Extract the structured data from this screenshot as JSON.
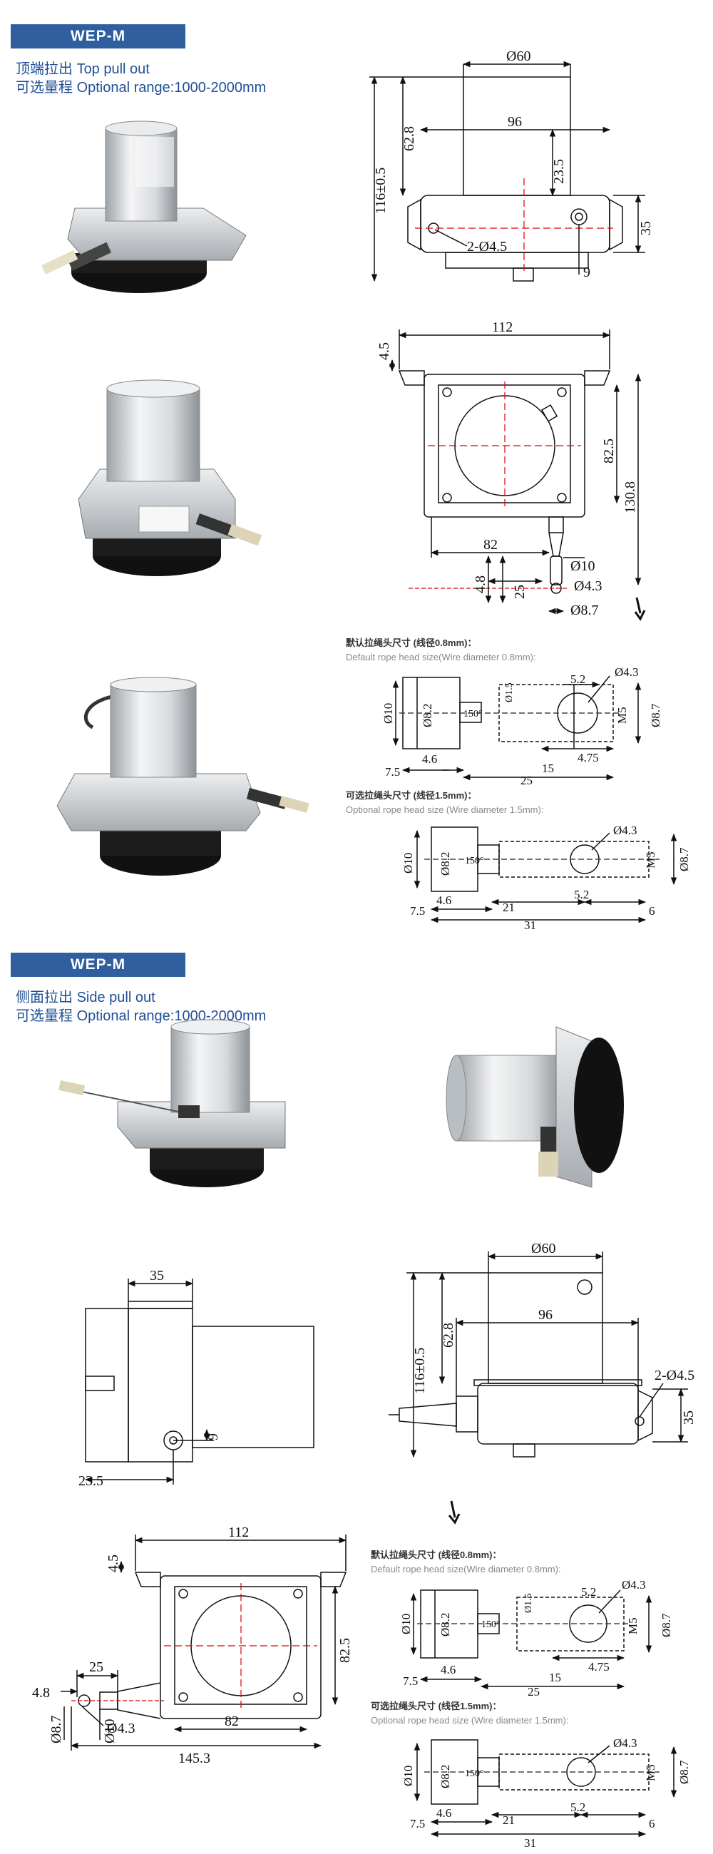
{
  "section1": {
    "badge": "WEP-M",
    "subtitle_zh": "顶端拉出",
    "subtitle_en": "Top pull out",
    "range_zh": "可选量程",
    "range_en": "Optional range:1000-2000mm"
  },
  "section2": {
    "badge": "WEP-M",
    "subtitle_zh": "侧面拉出",
    "subtitle_en": "Side pull out",
    "range_zh": "可选量程",
    "range_en": "Optional range:1000-2000mm"
  },
  "top_view_dims": {
    "d1": "Ø60",
    "d2": "96",
    "d3": "62.8",
    "d4": "116±0.5",
    "d5": "23.5",
    "d6": "2-Ø4.5",
    "d7": "35",
    "d8": "9"
  },
  "front_view_dims": {
    "d1": "112",
    "d2": "4.5",
    "d3": "82.5",
    "d4": "130.8",
    "d5": "82",
    "d6": "4.8",
    "d7": "25",
    "d8": "Ø10",
    "d9": "Ø4.3",
    "d10": "Ø8.7"
  },
  "rope_default": {
    "title_zh": "默认拉绳头尺寸 (线径0.8mm)：",
    "title_en": "Default rope head size(Wire diameter 0.8mm):",
    "d_holes": "Ø4.3",
    "d_52": "5.2",
    "d_15a": "Ø1.5",
    "d_10": "Ø10",
    "d_82": "Ø8.2",
    "d_150": "150°",
    "d_m5": "M5",
    "d_87": "Ø8.7",
    "d_75": "7.5",
    "d_46": "4.6",
    "d_475": "4.75",
    "d_15": "15",
    "d_25": "25"
  },
  "rope_optional": {
    "title_zh": "可选拉绳头尺寸 (线径1.5mm)：",
    "title_en": "Optional rope head size (Wire diameter 1.5mm):",
    "d_hole": "Ø4.3",
    "d_10": "Ø10",
    "d_82": "Ø8.2",
    "d_150": "150°",
    "d_m5": "M5",
    "d_87": "Ø8.7",
    "d_75": "7.5",
    "d_46": "4.6",
    "d_21": "21",
    "d_52": "5.2",
    "d_6": "6",
    "d_31": "31"
  },
  "side_left_dims": {
    "d1": "35",
    "d2": "9",
    "d3": "23.5"
  },
  "side_right_dims": {
    "d1": "Ø60",
    "d2": "96",
    "d3": "62.8",
    "d4": "116±0.5",
    "d5": "2-Ø4.5",
    "d6": "35"
  },
  "side_front_dims": {
    "d1": "112",
    "d2": "4.5",
    "d3": "82.5",
    "d4": "25",
    "d5": "4.8",
    "d6": "Ø8.7",
    "d7": "Ø10",
    "d8": "Ø4.3",
    "d9": "82",
    "d10": "145.3"
  },
  "rope_default_2": {
    "title_zh": "默认拉绳头尺寸 (线径0.8mm)：",
    "title_en": "Default rope head size(Wire diameter 0.8mm):",
    "d_holes": "Ø4.3",
    "d_52": "5.2",
    "d_15a": "Ø1.5",
    "d_10": "Ø10",
    "d_82": "Ø8.2",
    "d_150": "150°",
    "d_m5": "M5",
    "d_87": "Ø8.7",
    "d_75": "7.5",
    "d_46": "4.6",
    "d_475": "4.75",
    "d_15": "15",
    "d_25": "25"
  },
  "rope_optional_2": {
    "title_zh": "可选拉绳头尺寸 (线径1.5mm)：",
    "title_en": "Optional rope head size (Wire diameter 1.5mm):",
    "d_hole": "Ø4.3",
    "d_10": "Ø10",
    "d_82": "Ø8.2",
    "d_150": "150°",
    "d_m5": "M5",
    "d_87": "Ø8.7",
    "d_75": "7.5",
    "d_46": "4.6",
    "d_21": "21",
    "d_52": "5.2",
    "d_6": "6",
    "d_31": "31"
  }
}
